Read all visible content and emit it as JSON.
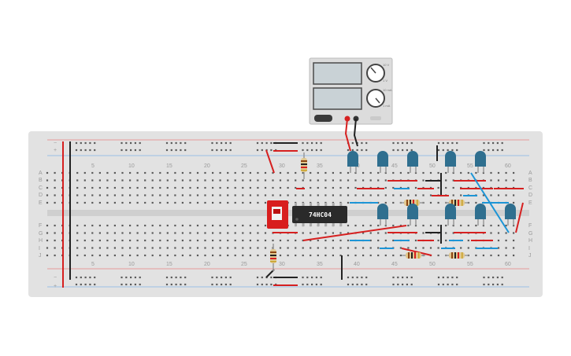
{
  "title": "",
  "breadboard": {
    "top_rail_signs": [
      "−",
      "+"
    ],
    "bottom_rail_signs": [
      "−",
      "+"
    ],
    "row_letters_top": [
      "A",
      "B",
      "C",
      "D",
      "E"
    ],
    "row_letters_bottom": [
      "F",
      "G",
      "H",
      "I",
      "J"
    ],
    "column_numbers": [
      "5",
      "10",
      "15",
      "20",
      "25",
      "30",
      "35",
      "40",
      "45",
      "50",
      "55",
      "60"
    ]
  },
  "ic": {
    "label": "74HC04"
  },
  "power_supply": {
    "knob_labels": [
      "10 V",
      "1 V",
      "10 mA",
      "1 mA"
    ]
  },
  "colors": {
    "board": "#e2e2e2",
    "wire_red": "#d62020",
    "wire_black": "#222222",
    "wire_blue": "#1d95d6",
    "led": "#2f6f8f",
    "chip": "#2a2a2a",
    "switch": "#d81e1e"
  }
}
